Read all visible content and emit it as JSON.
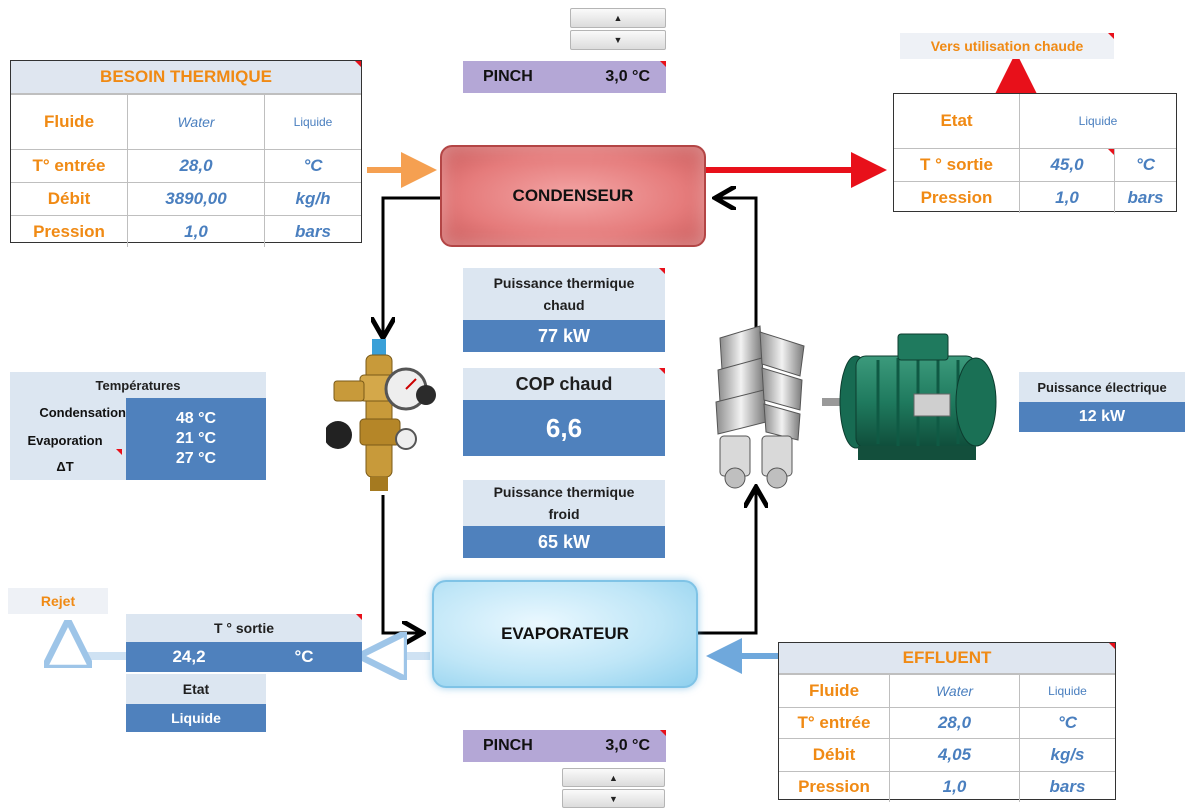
{
  "pinch_top": {
    "label": "PINCH",
    "value": "3,0 °C"
  },
  "pinch_bottom": {
    "label": "PINCH",
    "value": "3,0 °C"
  },
  "besoin": {
    "title": "BESOIN THERMIQUE",
    "rows": [
      {
        "label": "Fluide",
        "value": "Water",
        "unit": "Liquide"
      },
      {
        "label": "T° entrée",
        "value": "28,0",
        "unit": "°C"
      },
      {
        "label": "Débit",
        "value": "3890,00",
        "unit": "kg/h"
      },
      {
        "label": "Pression",
        "value": "1,0",
        "unit": "bars"
      }
    ]
  },
  "utilisation": {
    "title": "Vers utilisation chaude",
    "rows": [
      {
        "label": "Etat",
        "value": "Liquide"
      },
      {
        "label": "T ° sortie",
        "value": "45,0",
        "unit": "°C"
      },
      {
        "label": "Pression",
        "value": "1,0",
        "unit": "bars"
      }
    ]
  },
  "condenseur": "CONDENSEUR",
  "evaporateur": "EVAPORATEUR",
  "puissance_chaud": {
    "label_line1": "Puissance thermique",
    "label_line2": "chaud",
    "value": "77 kW"
  },
  "cop": {
    "label": "COP chaud",
    "value": "6,6"
  },
  "puissance_froid": {
    "label_line1": "Puissance thermique",
    "label_line2": "froid",
    "value": "65 kW"
  },
  "temperatures": {
    "title": "Températures",
    "rows": [
      {
        "label": "Condensation",
        "value": "48 °C"
      },
      {
        "label": "Evaporation",
        "value": "21 °C"
      },
      {
        "label": "ΔT",
        "value": "27 °C"
      }
    ]
  },
  "electrique": {
    "label": "Puissance électrique",
    "value": "12 kW"
  },
  "rejet": {
    "title": "Rejet",
    "t_sortie_label": "T ° sortie",
    "t_sortie_value": "24,2",
    "t_sortie_unit": "°C",
    "etat_label": "Etat",
    "etat_value": "Liquide"
  },
  "effluent": {
    "title": "EFFLUENT",
    "rows": [
      {
        "label": "Fluide",
        "value": "Water",
        "unit": "Liquide"
      },
      {
        "label": "T° entrée",
        "value": "28,0",
        "unit": "°C"
      },
      {
        "label": "Débit",
        "value": "4,05",
        "unit": "kg/s"
      },
      {
        "label": "Pression",
        "value": "1,0",
        "unit": "bars"
      }
    ]
  },
  "icons": {
    "spin_up": "spinner-up-icon",
    "spin_down": "spinner-down-icon",
    "valve": "expansion-valve-icon",
    "compressor": "screw-compressor-icon",
    "motor": "electric-motor-icon"
  },
  "colors": {
    "hot": "#e8101a",
    "cold_flow": "#9ec5e8",
    "orange": "#f08a14",
    "blue": "#4f81bd",
    "pinch": "#b4a7d6"
  }
}
